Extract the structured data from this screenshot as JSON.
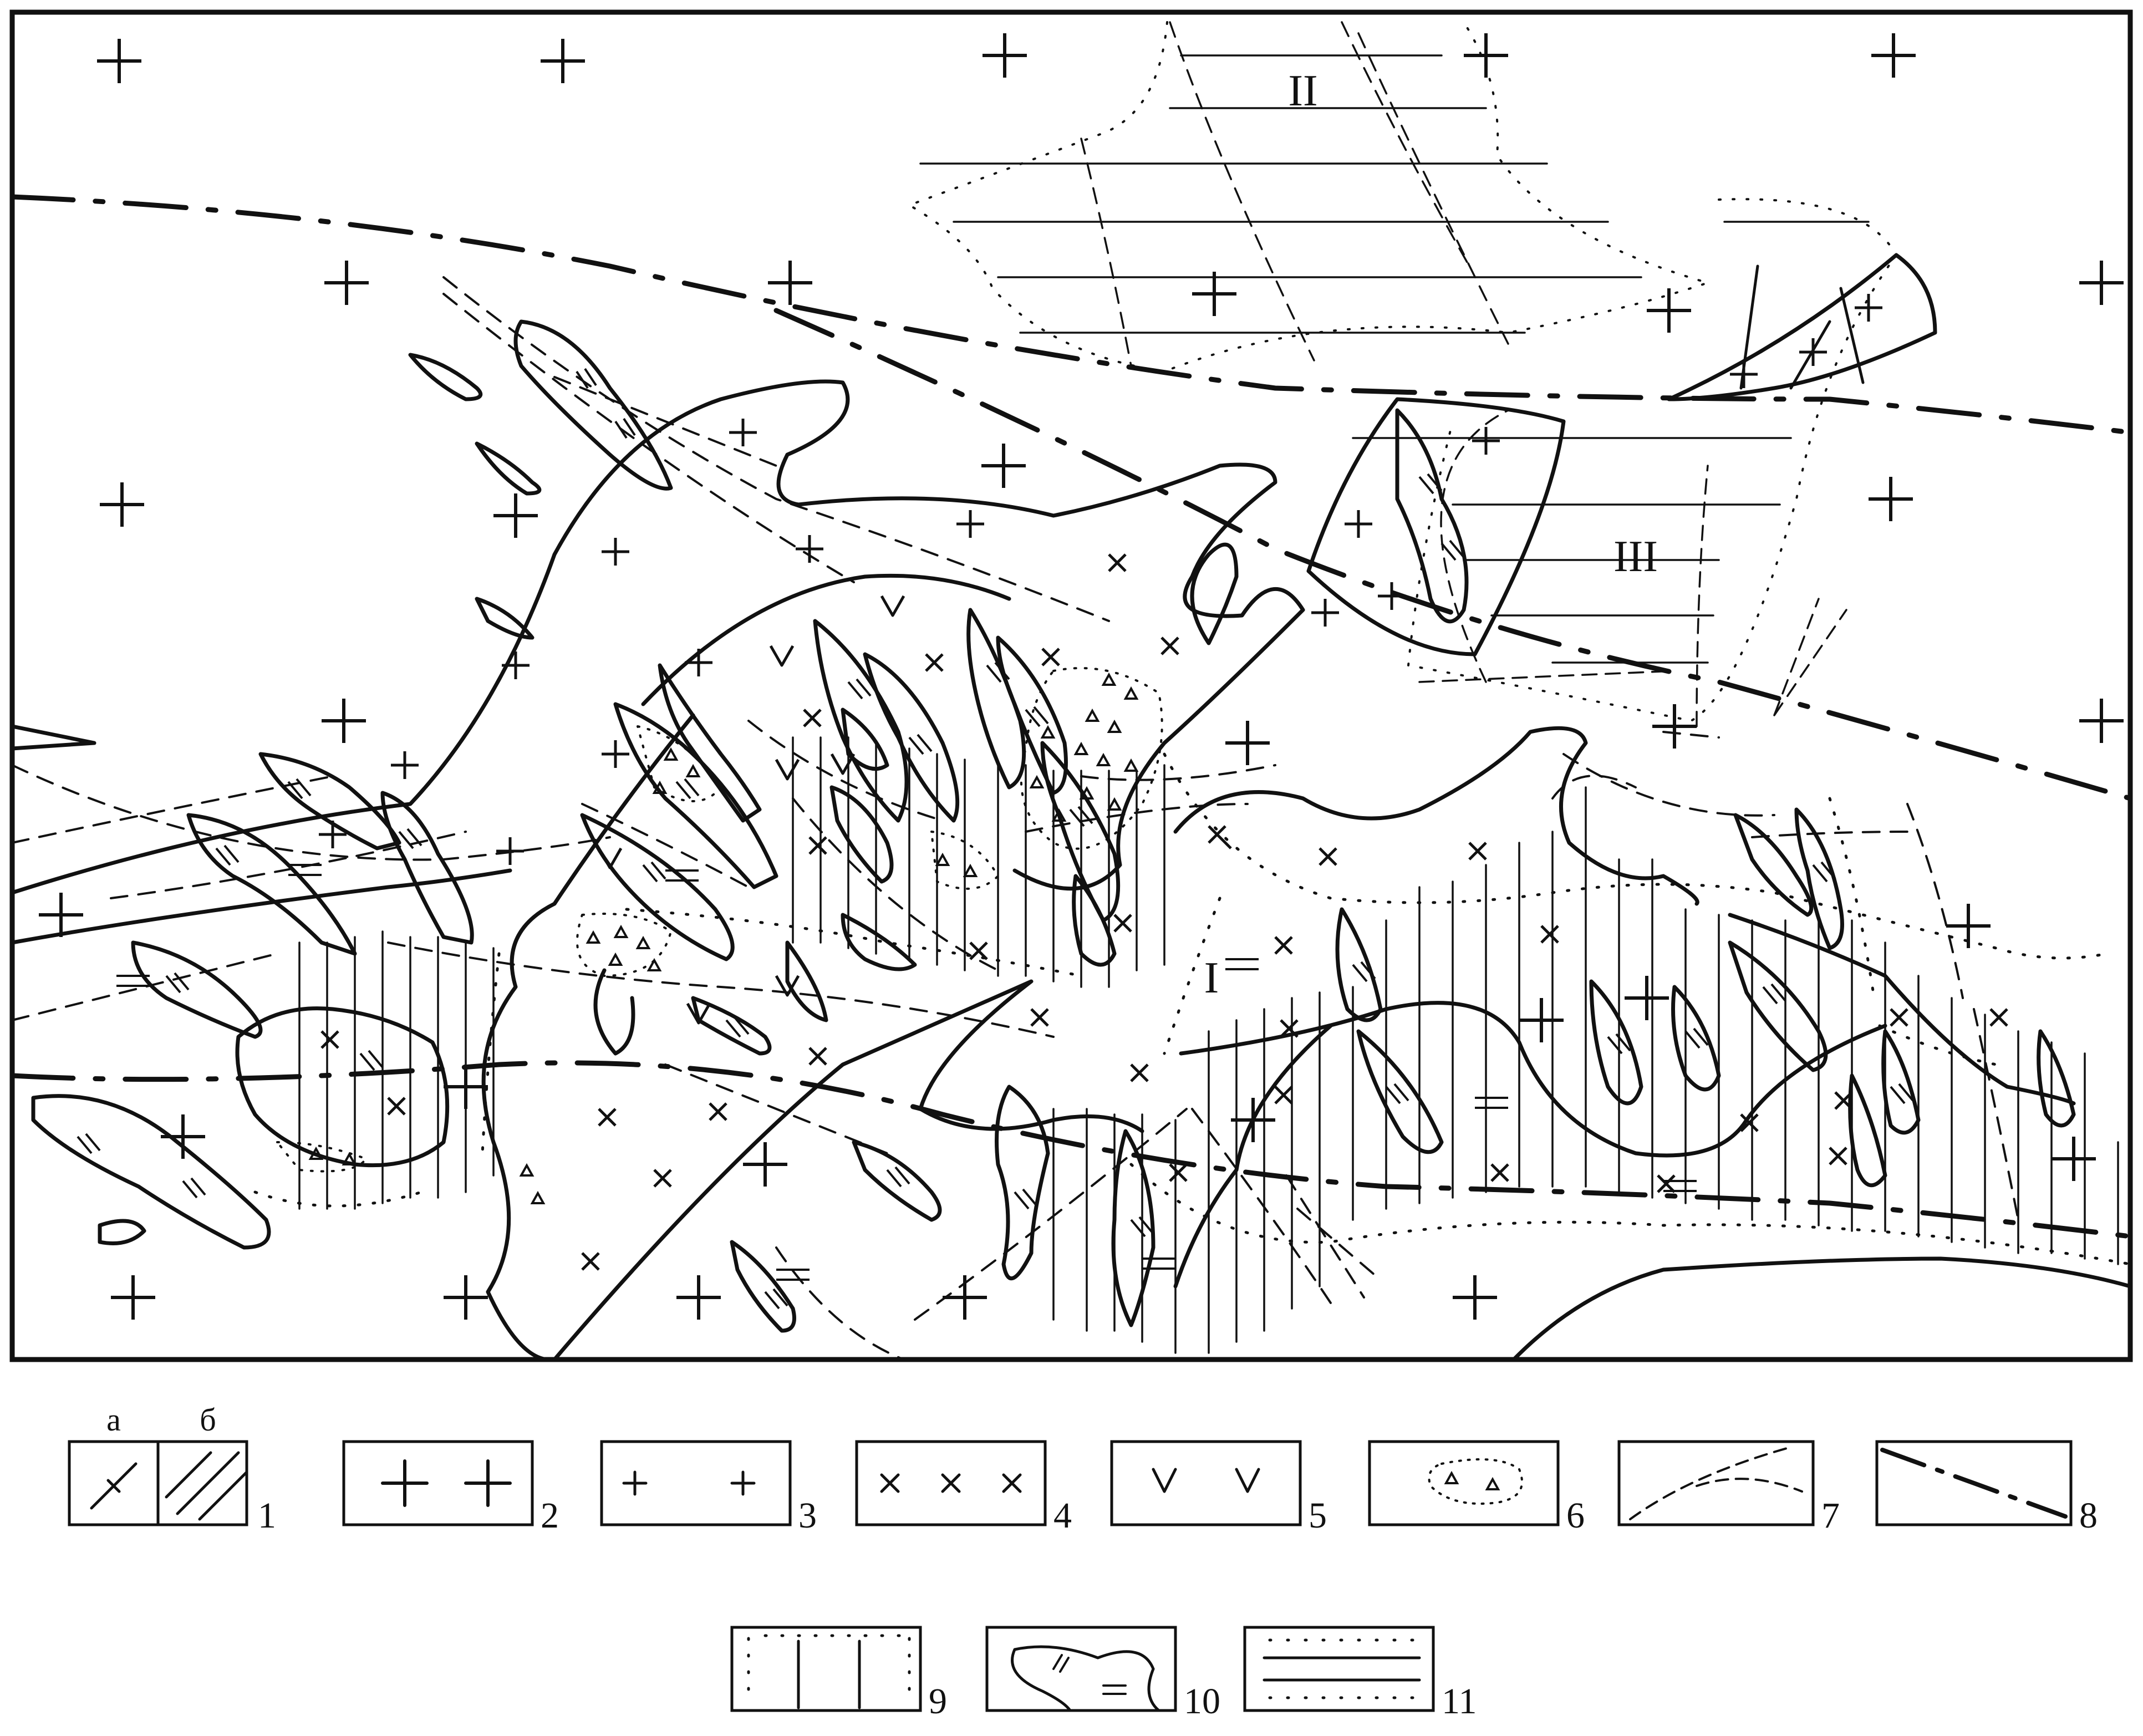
{
  "map": {
    "zone_labels": [
      "II",
      "III",
      "I"
    ]
  },
  "legend": {
    "sublabels": [
      "а",
      "б"
    ],
    "items": [
      {
        "number": "1",
        "pattern": "ab-lines"
      },
      {
        "number": "2",
        "pattern": "large-plus"
      },
      {
        "number": "3",
        "pattern": "small-plus"
      },
      {
        "number": "4",
        "pattern": "cross"
      },
      {
        "number": "5",
        "pattern": "v-mark"
      },
      {
        "number": "6",
        "pattern": "dotted-triangles"
      },
      {
        "number": "7",
        "pattern": "dashed-faults"
      },
      {
        "number": "8",
        "pattern": "dash-dot-fault"
      },
      {
        "number": "9",
        "pattern": "dotted-vertical"
      },
      {
        "number": "10",
        "pattern": "body-with-strokes"
      },
      {
        "number": "11",
        "pattern": "dotted-horizontal"
      }
    ]
  },
  "colors": {
    "ink": "#111111",
    "paper": "#ffffff"
  }
}
